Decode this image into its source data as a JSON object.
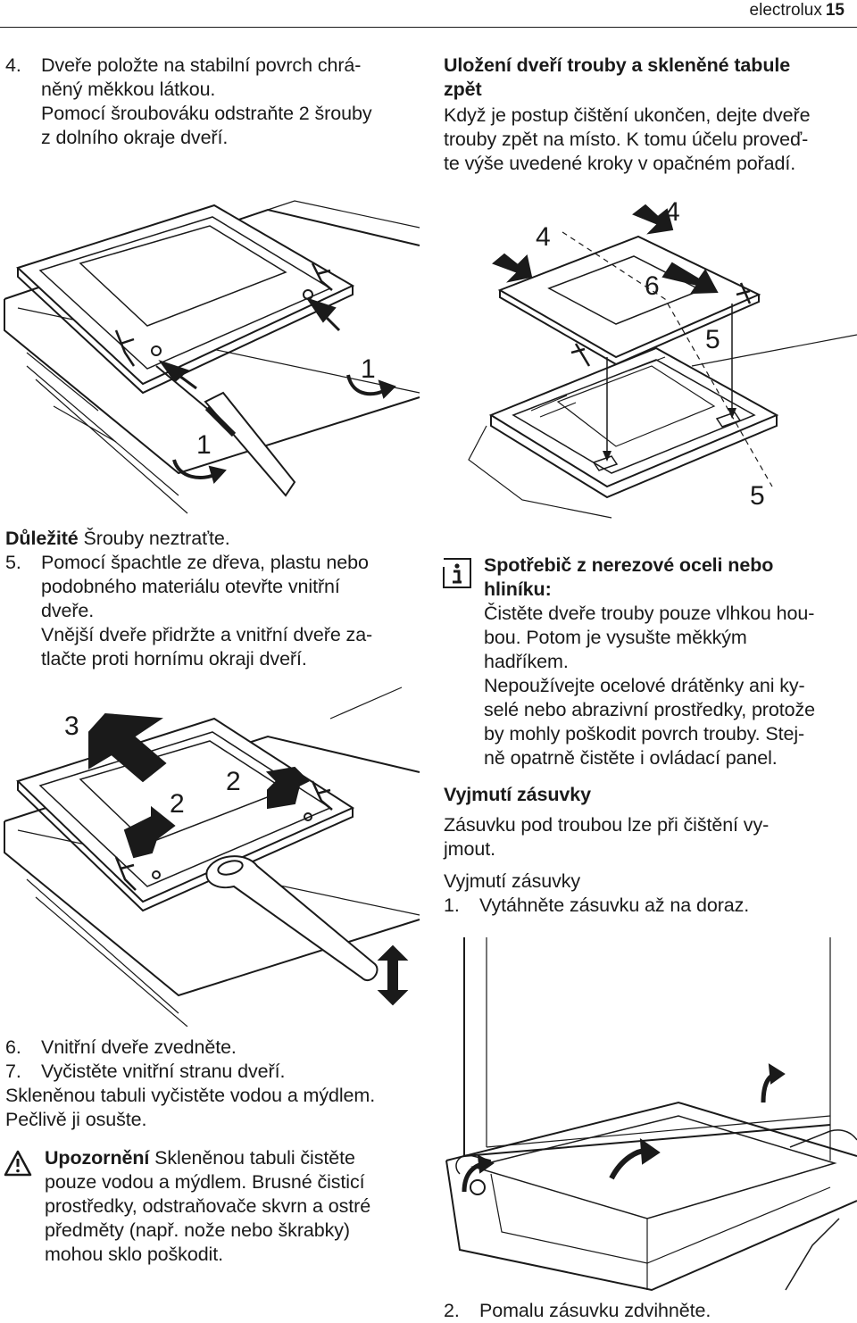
{
  "header": {
    "brand": "electrolux",
    "page": "15"
  },
  "left": {
    "step4": {
      "num": "4.",
      "l1": "Dveře položte na stabilní povrch chrá-",
      "l2": "něný měkkou látkou.",
      "l3": "Pomocí šroubováku odstraňte 2 šrouby",
      "l4": "z dolního okraje dveří."
    },
    "fig1": {
      "c1": "1",
      "c2": "1"
    },
    "important": {
      "label": "Důležité",
      "text": " Šrouby neztraťte."
    },
    "step5": {
      "num": "5.",
      "l1": "Pomocí špachtle ze dřeva, plastu nebo",
      "l2": "podobného materiálu otevřte vnitřní",
      "l3": "dveře.",
      "l4": "Vnější dveře přidržte a vnitřní dveře za-",
      "l5": "tlačte proti hornímu okraji dveří."
    },
    "fig2": {
      "c3": "3",
      "c2a": "2",
      "c2b": "2"
    },
    "step6": {
      "num": "6.",
      "text": "Vnitřní dveře zvedněte."
    },
    "step7": {
      "num": "7.",
      "text": "Vyčistěte vnitřní stranu dveří."
    },
    "clean1": "Skleněnou tabuli vyčistěte vodou a mýdlem.",
    "clean2": "Pečlivě ji osušte.",
    "warning": {
      "label": "Upozornění",
      "l1": " Skleněnou tabuli čistěte",
      "l2": "pouze vodou a mýdlem. Brusné čisticí",
      "l3": "prostředky, odstraňovače skvrn a ostré",
      "l4": "předměty (např. nože nebo škrabky)",
      "l5": "mohou sklo poškodit."
    }
  },
  "right": {
    "heading1": {
      "l1": "Uložení dveří trouby a skleněné tabule",
      "l2": "zpět"
    },
    "para1": {
      "l1": "Když je postup čištění ukončen, dejte dveře",
      "l2": "trouby zpět na místo. K tomu účelu proveď-",
      "l3": "te výše uvedené kroky v opačném pořadí."
    },
    "fig3": {
      "c4a": "4",
      "c4b": "4",
      "c6": "6",
      "c5a": "5",
      "c5b": "5"
    },
    "info": {
      "h1": "Spotřebič z nerezové oceli nebo",
      "h2": "hliníku:",
      "l1": "Čistěte dveře trouby pouze vlhkou hou-",
      "l2": "bou. Potom je vysušte měkkým",
      "l3": "hadříkem.",
      "l4": "Nepoužívejte ocelové drátěnky ani ky-",
      "l5": "selé nebo abrazivní prostředky, protože",
      "l6": "by mohly poškodit povrch trouby. Stej-",
      "l7": "ně opatrně čistěte i ovládací panel."
    },
    "heading2": "Vyjmutí zásuvky",
    "para2": {
      "l1": "Zásuvku pod troubou lze při čištění vy-",
      "l2": "jmout."
    },
    "sub": "Vyjmutí zásuvky",
    "step1": {
      "num": "1.",
      "text": "Vytáhněte zásuvku až na doraz."
    },
    "step2": {
      "num": "2.",
      "text": "Pomalu zásuvku zdvihněte."
    }
  }
}
